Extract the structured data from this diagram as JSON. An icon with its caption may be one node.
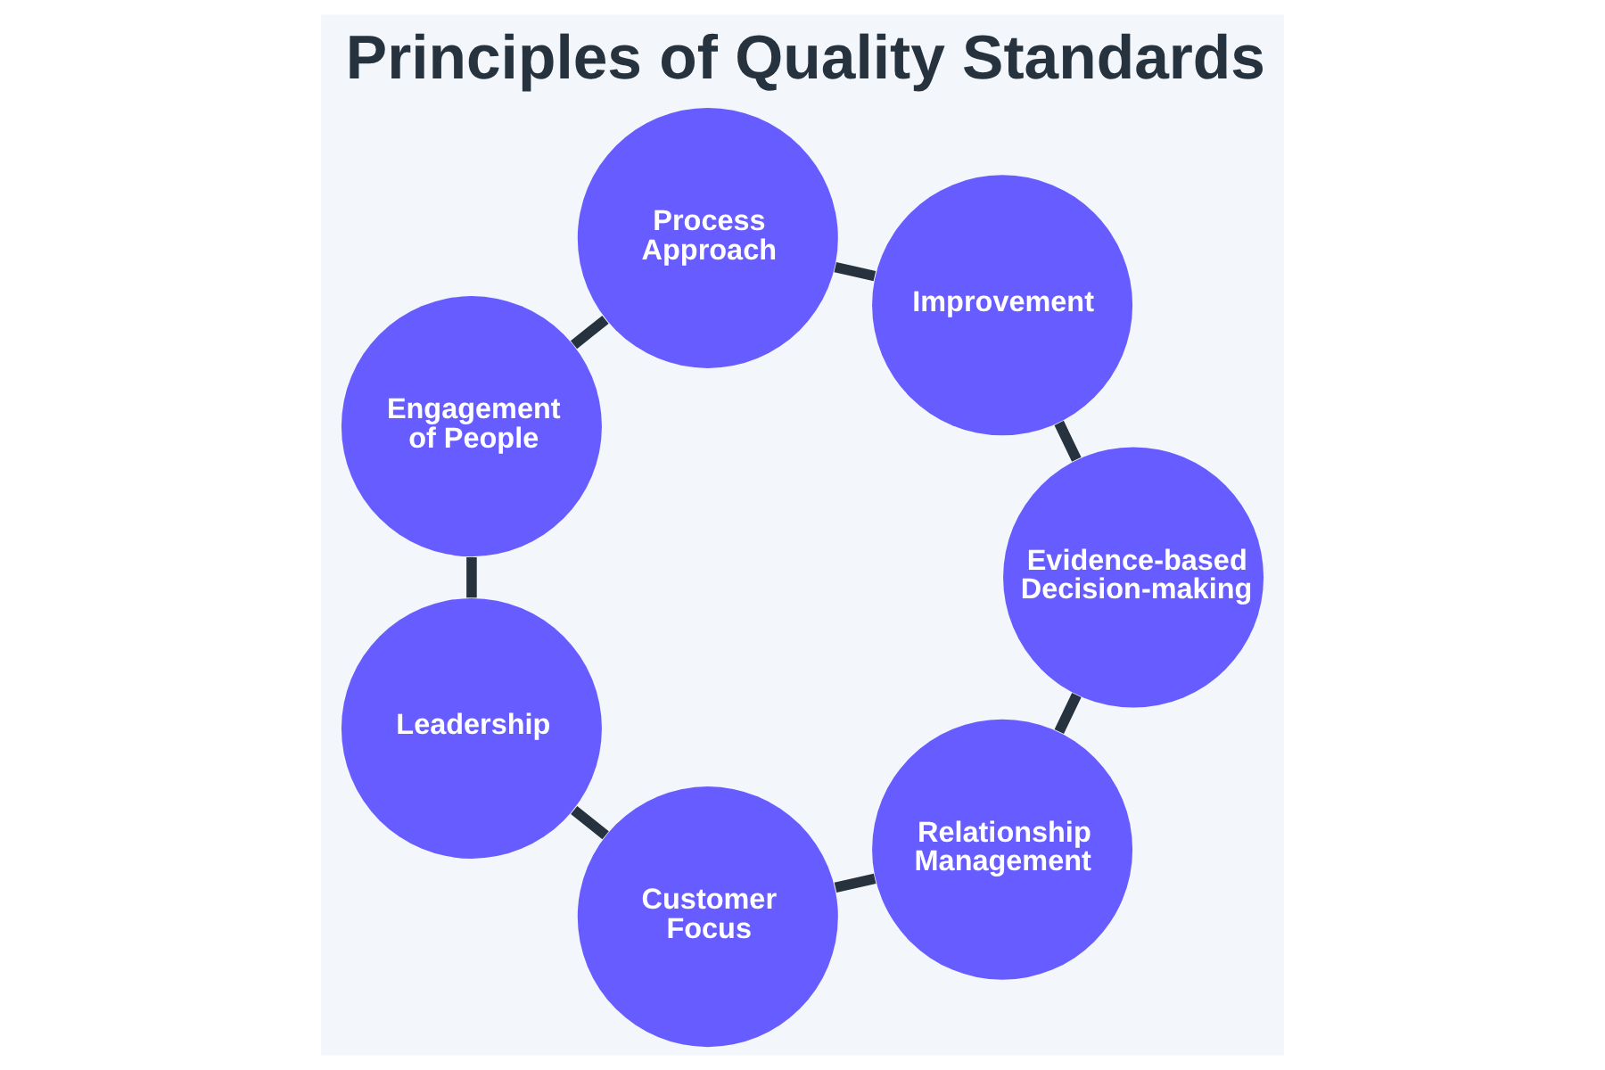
{
  "diagram": {
    "title": "Principles of Quality Standards",
    "nodes": [
      {
        "text": [
          "Customer Focus"
        ]
      },
      {
        "text": [
          "Leadership"
        ]
      },
      {
        "text": [
          "Engagement of People"
        ]
      },
      {
        "text": [
          "Process Approach"
        ]
      },
      {
        "text": [
          "Improvement"
        ]
      },
      {
        "text": [
          "Evidence-based Decision-making"
        ]
      },
      {
        "text": [
          "Relationship Management"
        ]
      }
    ],
    "edges": [
      {
        "from": 0,
        "to": 1,
        "arrow": "none"
      },
      {
        "from": 1,
        "to": 2,
        "arrow": "none"
      },
      {
        "from": 2,
        "to": 3,
        "arrow": "none"
      },
      {
        "from": 3,
        "to": 4,
        "arrow": "none"
      },
      {
        "from": 4,
        "to": 5,
        "arrow": "none"
      },
      {
        "from": 5,
        "to": 6,
        "arrow": "none"
      },
      {
        "from": 6,
        "to": 0,
        "arrow": "none"
      }
    ]
  }
}
